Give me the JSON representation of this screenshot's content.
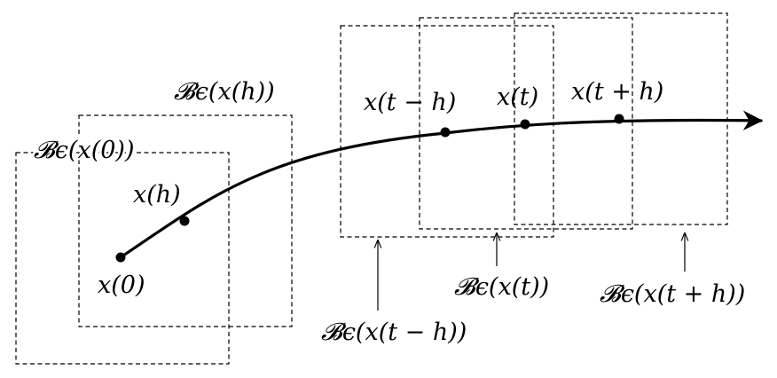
{
  "diagram": {
    "points": [
      {
        "id": "x0",
        "label": "x(0)"
      },
      {
        "id": "xh",
        "label": "x(h)"
      },
      {
        "id": "xtmh",
        "label": "x(t − h)"
      },
      {
        "id": "xt",
        "label": "x(t)"
      },
      {
        "id": "xtph",
        "label": "x(t + h)"
      }
    ],
    "balls": [
      {
        "id": "ball-x0",
        "label": "𝓑ϵ(x(0))"
      },
      {
        "id": "ball-xh",
        "label": "𝓑ϵ(x(h))"
      },
      {
        "id": "ball-xtmh",
        "label": "𝓑ϵ(x(t − h))"
      },
      {
        "id": "ball-xt",
        "label": "𝓑ϵ(x(t))"
      },
      {
        "id": "ball-xtph",
        "label": "𝓑ϵ(x(t + h))"
      }
    ]
  }
}
